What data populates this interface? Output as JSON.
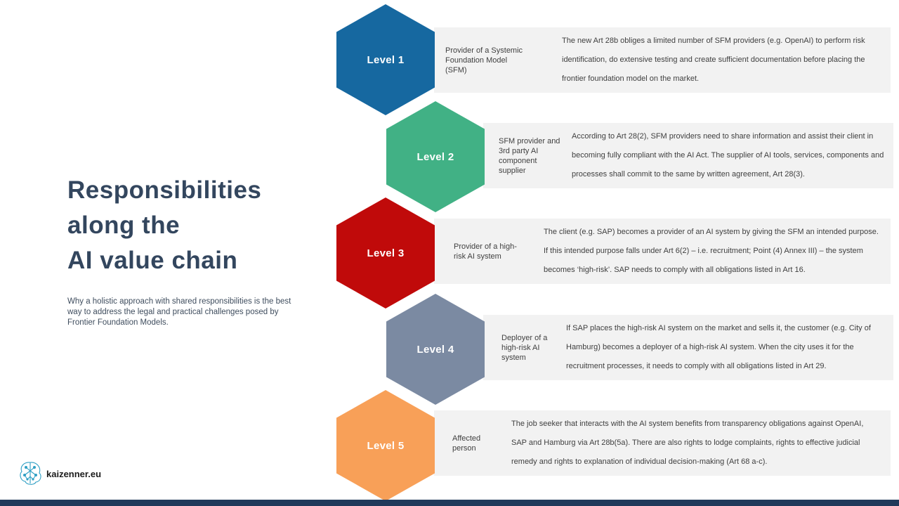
{
  "header": {
    "title": "Responsibilities\nalong the\nAI value chain",
    "subtitle": "Why a holistic approach with shared responsibilities is the best way to address the legal and practical challenges posed by Frontier Foundation Models."
  },
  "footer": {
    "brand": "kaizenner.eu",
    "bar_color": "#20395a",
    "logo_color": "#2f9fc4"
  },
  "levels": [
    {
      "label": "Level 1",
      "color": "#1668a0",
      "role": "Provider of a Systemic Foundation Model (SFM)",
      "description": "The new Art 28b obliges a limited number of SFM providers (e.g. OpenAI) to perform risk identification, do extensive testing and create sufficient documentation before placing the frontier foundation model on the market."
    },
    {
      "label": "Level 2",
      "color": "#41b185",
      "role": "SFM provider and 3rd party AI component supplier",
      "description": "According to Art 28(2), SFM providers need to share information and assist their client in becoming fully compliant with the AI Act. The supplier of AI tools, services, components and processes shall commit to the same by written agreement, Art 28(3)."
    },
    {
      "label": "Level 3",
      "color": "#c00a0a",
      "role": "Provider of a high-risk AI system",
      "description": "The client (e.g. SAP) becomes a provider of an AI system by giving the SFM an intended purpose. If this intended purpose falls under Art 6(2) – i.e. recruitment; Point (4) Annex III) – the system becomes ‘high-risk’. SAP needs to comply with all obligations listed in Art 16."
    },
    {
      "label": "Level 4",
      "color": "#7b8aa2",
      "role": "Deployer of a high-risk AI system",
      "description": "If SAP places the high-risk AI system on the market and sells it, the customer (e.g. City of Hamburg) becomes a deployer of a high-risk AI system. When the city uses it for the recruitment processes, it needs to comply with all obligations listed in Art 29."
    },
    {
      "label": "Level 5",
      "color": "#f8a058",
      "role": "Affected person",
      "description": "The job seeker that interacts with the AI system benefits from transparency obligations against OpenAI, SAP and Hamburg via Art 28b(5a). There are also rights to lodge complaints, rights to effective judicial remedy and rights to explanation of individual decision-making (Art 68 a-c)."
    }
  ]
}
